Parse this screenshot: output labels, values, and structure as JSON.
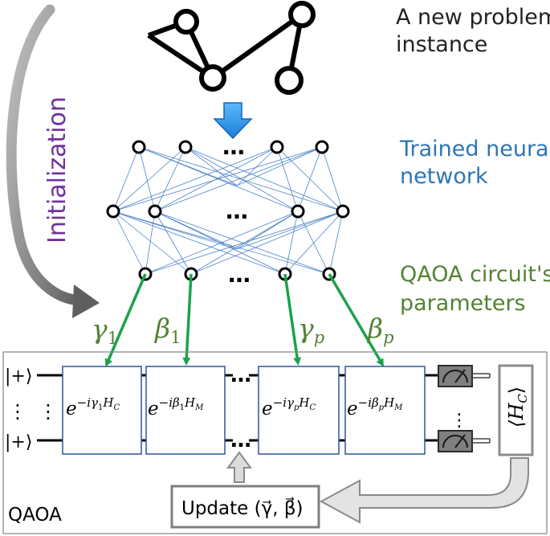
{
  "labels": {
    "problem_line1": "A new problem",
    "problem_line2": "instance",
    "network_line1": "Trained neural",
    "network_line2": "network",
    "params_line1": "QAOA circuit's",
    "params_line2": "parameters",
    "initialization": "Initialization",
    "qaoa": "QAOA",
    "update": "Update (γ⃗, β⃗)",
    "ellipsis": "…"
  },
  "params": {
    "gamma1": "γ",
    "gamma1_sub": "1",
    "beta1": "β",
    "beta1_sub": "1",
    "gammap": "γ",
    "gammap_sub": "p",
    "betap": "β",
    "betap_sub": "p"
  },
  "circuit": {
    "ket_top": "|+⟩",
    "ket_bottom": "|+⟩",
    "vdots": "⋮",
    "expectation": "⟨H",
    "expectation_sub": "C",
    "expectation_close": "⟩",
    "gates": [
      {
        "base": "e",
        "exp": "−iγ",
        "exp_sub": "1",
        "ham": "H",
        "ham_sub": "C"
      },
      {
        "base": "e",
        "exp": "−iβ",
        "exp_sub": "1",
        "ham": "H",
        "ham_sub": "M"
      },
      {
        "base": "e",
        "exp": "−iγ",
        "exp_sub": "p",
        "ham": "H",
        "ham_sub": "C"
      },
      {
        "base": "e",
        "exp": "−iβ",
        "exp_sub": "p",
        "ham": "H",
        "ham_sub": "M"
      }
    ]
  },
  "colors": {
    "problem_label": "#222222",
    "network_label": "#2e75b6",
    "params_label": "#548235",
    "initialization": "#7030a0",
    "green_arrow": "#1aa34a",
    "blue_arrow": "#1e90e0",
    "network_edge": "#2e6fbf",
    "gate_border": "#2f5597",
    "gray": "#888888"
  }
}
